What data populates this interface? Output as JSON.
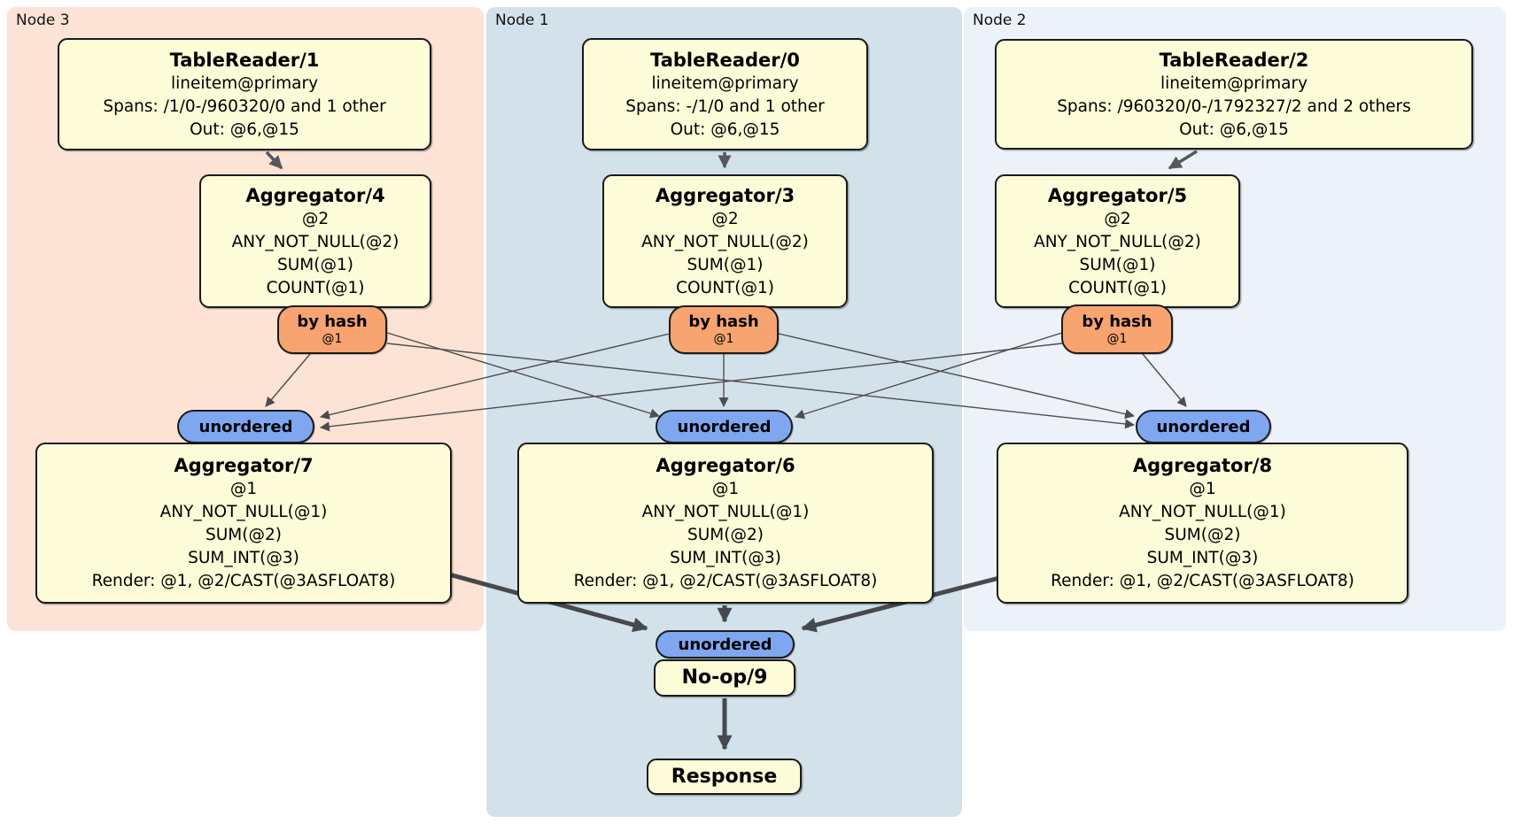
{
  "regions": {
    "node3": {
      "label": "Node 3",
      "color": "#fce3d5"
    },
    "node1": {
      "label": "Node 1",
      "color": "#d3e1ea"
    },
    "node2": {
      "label": "Node 2",
      "color": "#ecf1fa"
    }
  },
  "processors": {
    "tr1": {
      "title": "TableReader/1",
      "lines": [
        "lineitem@primary",
        "Spans: /1/0-/960320/0 and 1 other",
        "Out: @6,@15"
      ]
    },
    "tr0": {
      "title": "TableReader/0",
      "lines": [
        "lineitem@primary",
        "Spans: -/1/0 and 1 other",
        "Out: @6,@15"
      ]
    },
    "tr2": {
      "title": "TableReader/2",
      "lines": [
        "lineitem@primary",
        "Spans: /960320/0-/1792327/2 and 2 others",
        "Out: @6,@15"
      ]
    },
    "agg4": {
      "title": "Aggregator/4",
      "lines": [
        "@2",
        "ANY_NOT_NULL(@2)",
        "SUM(@1)",
        "COUNT(@1)"
      ]
    },
    "agg3": {
      "title": "Aggregator/3",
      "lines": [
        "@2",
        "ANY_NOT_NULL(@2)",
        "SUM(@1)",
        "COUNT(@1)"
      ]
    },
    "agg5": {
      "title": "Aggregator/5",
      "lines": [
        "@2",
        "ANY_NOT_NULL(@2)",
        "SUM(@1)",
        "COUNT(@1)"
      ]
    },
    "agg7": {
      "title": "Aggregator/7",
      "lines": [
        "@1",
        "ANY_NOT_NULL(@1)",
        "SUM(@2)",
        "SUM_INT(@3)",
        "Render: @1, @2/CAST(@3ASFLOAT8)"
      ]
    },
    "agg6": {
      "title": "Aggregator/6",
      "lines": [
        "@1",
        "ANY_NOT_NULL(@1)",
        "SUM(@2)",
        "SUM_INT(@3)",
        "Render: @1, @2/CAST(@3ASFLOAT8)"
      ]
    },
    "agg8": {
      "title": "Aggregator/8",
      "lines": [
        "@1",
        "ANY_NOT_NULL(@1)",
        "SUM(@2)",
        "SUM_INT(@3)",
        "Render: @1, @2/CAST(@3ASFLOAT8)"
      ]
    },
    "noop": {
      "title": "No-op/9"
    },
    "response": {
      "title": "Response"
    }
  },
  "routers": {
    "hash3": {
      "label": "by hash",
      "detail": "@1"
    },
    "hash1": {
      "label": "by hash",
      "detail": "@1"
    },
    "hash2": {
      "label": "by hash",
      "detail": "@1"
    }
  },
  "syncs": {
    "sync3": {
      "label": "unordered"
    },
    "sync1": {
      "label": "unordered"
    },
    "sync2": {
      "label": "unordered"
    },
    "syncFinal": {
      "label": "unordered"
    }
  },
  "colors": {
    "processor_fill": "#fcfcd8",
    "router_fill": "#f7a470",
    "sync_fill": "#7ea7f0",
    "thin_edge": "#4d4d4d",
    "thick_edge": "#46494d",
    "region_node3": "#fce3d5",
    "region_node1": "#d3e1ea",
    "region_node2": "#ecf1fa"
  }
}
